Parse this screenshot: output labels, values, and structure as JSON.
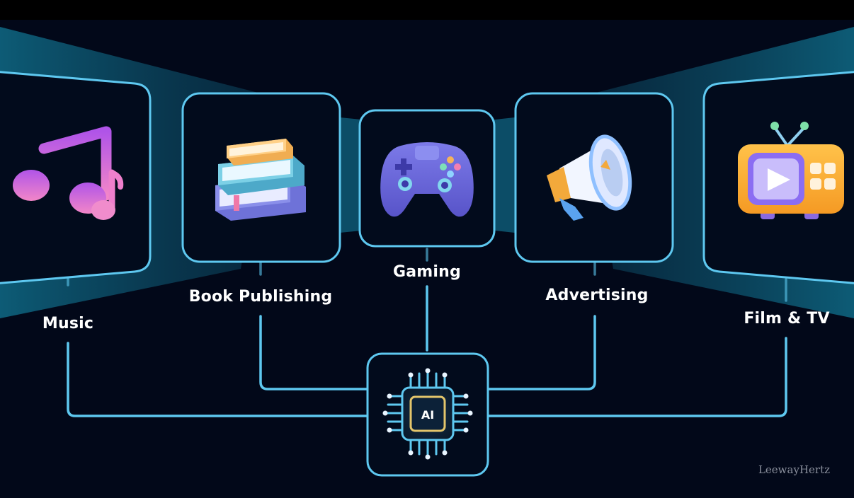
{
  "diagram": {
    "nodes": [
      {
        "id": "music",
        "label": "Music",
        "icon": "music-notes-icon"
      },
      {
        "id": "book_publishing",
        "label": "Book Publishing",
        "icon": "books-stack-icon"
      },
      {
        "id": "gaming",
        "label": "Gaming",
        "icon": "gamepad-icon"
      },
      {
        "id": "advertising",
        "label": "Advertising",
        "icon": "megaphone-icon"
      },
      {
        "id": "film_tv",
        "label": "Film & TV",
        "icon": "retro-tv-icon"
      }
    ],
    "hub": {
      "label": "AI",
      "icon": "ai-chip-icon"
    },
    "colors": {
      "background": "#020819",
      "accent": "#5ec8f0",
      "beam": "#0e6f8c"
    }
  },
  "watermark": "LeewayHertz"
}
